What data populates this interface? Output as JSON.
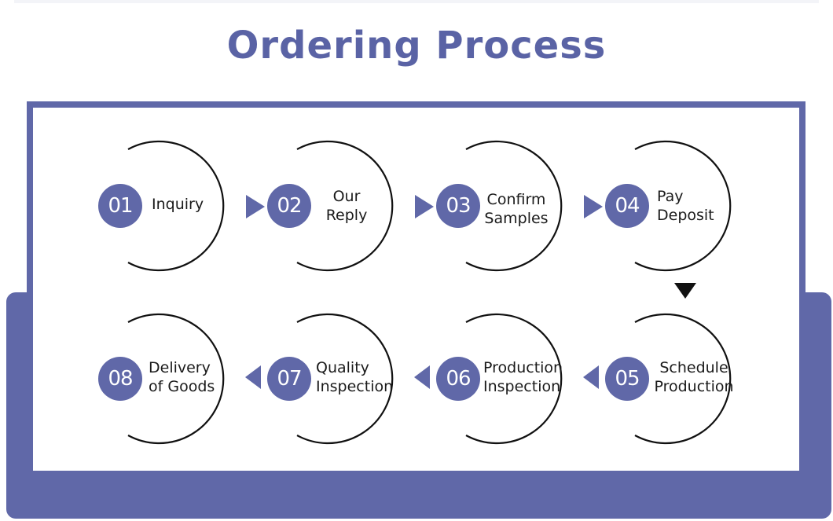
{
  "title": "Ordering Process",
  "colors": {
    "accent": "#6068a8",
    "title": "#5a63a5",
    "ring": "#111111",
    "card": "#ffffff"
  },
  "steps": [
    {
      "number": "01",
      "line1": "Inquiry",
      "line2": ""
    },
    {
      "number": "02",
      "line1": "Our",
      "line2": "Reply"
    },
    {
      "number": "03",
      "line1": "Confirm",
      "line2": "Samples"
    },
    {
      "number": "04",
      "line1": "Pay",
      "line2": "Deposit"
    },
    {
      "number": "05",
      "line1": "Schedule",
      "line2": "Production"
    },
    {
      "number": "06",
      "line1": "Production",
      "line2": "Inspection"
    },
    {
      "number": "07",
      "line1": "Quality",
      "line2": "Inspection"
    },
    {
      "number": "08",
      "line1": "Delivery",
      "line2": "of Goods"
    }
  ]
}
